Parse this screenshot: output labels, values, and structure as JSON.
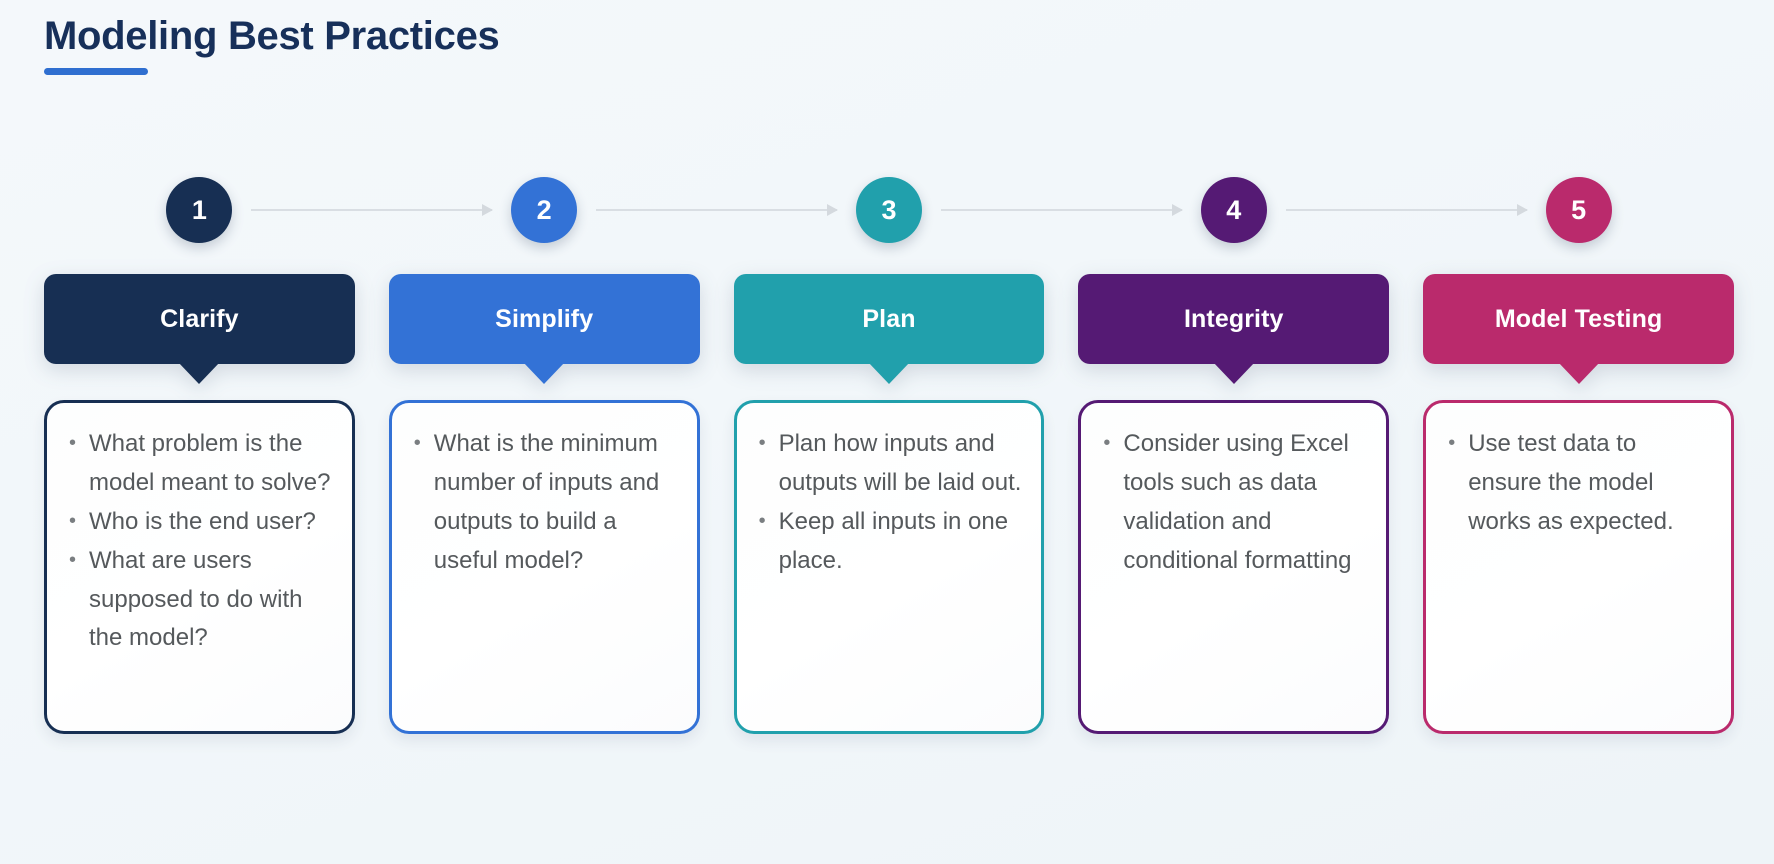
{
  "header": {
    "title": "Modeling Best Practices",
    "title_color": "#17305a",
    "rule_color": "#2f6fd0"
  },
  "palette": {
    "step1": "#172F53",
    "step2": "#3372D6",
    "step3": "#21A0AC",
    "step4": "#551A74",
    "step5": "#BA2A6C",
    "background": "#f2f7fa",
    "connector": "#d9dee3",
    "body_text": "#55595c"
  },
  "steps": [
    {
      "number": "1",
      "label": "Clarify",
      "color": "#172F53",
      "bullets": [
        "What problem is the model meant to solve?",
        "Who is the end user?",
        "What are users supposed to do with the model?"
      ]
    },
    {
      "number": "2",
      "label": "Simplify",
      "color": "#3372D6",
      "bullets": [
        "What is the minimum number of inputs and outputs to build a useful model?"
      ]
    },
    {
      "number": "3",
      "label": "Plan",
      "color": "#21A0AC",
      "bullets": [
        "Plan how inputs and outputs will be laid out.",
        "Keep all inputs in one place."
      ]
    },
    {
      "number": "4",
      "label": "Integrity",
      "color": "#551A74",
      "bullets": [
        "Consider using Excel tools such as data validation and conditional formatting"
      ]
    },
    {
      "number": "5",
      "label": "Model Testing",
      "color": "#BA2A6C",
      "bullets": [
        "Use test data to ensure the model works as expected."
      ]
    }
  ]
}
